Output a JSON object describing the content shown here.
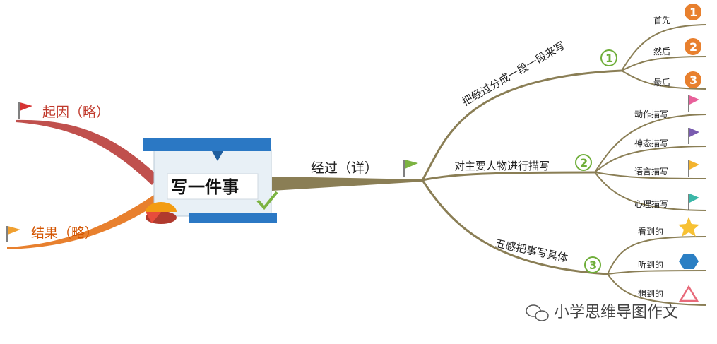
{
  "center": {
    "title": "写一件事"
  },
  "left_branches": [
    {
      "label": "起因（略）",
      "color": "#c0504d"
    },
    {
      "label": "结果（略）",
      "color": "#e8802e"
    }
  ],
  "main_branch": {
    "label": "经过（详）",
    "color": "#8a7e55"
  },
  "sub_branches": [
    {
      "label": "把经过分成一段一段来写",
      "number": "1",
      "children": [
        {
          "label": "首先",
          "marker": "1"
        },
        {
          "label": "然后",
          "marker": "2"
        },
        {
          "label": "最后",
          "marker": "3"
        }
      ]
    },
    {
      "label": "对主要人物进行描写",
      "number": "2",
      "children": [
        {
          "label": "动作描写",
          "marker": "pink-flag-icon"
        },
        {
          "label": "神态描写",
          "marker": "purple-flag-icon"
        },
        {
          "label": "语言描写",
          "marker": "yellow-flag-icon"
        },
        {
          "label": "心理描写",
          "marker": "teal-flag-icon"
        }
      ]
    },
    {
      "label": "五感把事写具体",
      "number": "3",
      "children": [
        {
          "label": "看到的",
          "marker": "star-icon"
        },
        {
          "label": "听到的",
          "marker": "hexagon-icon"
        },
        {
          "label": "想到的",
          "marker": "triangle-icon"
        }
      ]
    }
  ],
  "colors": {
    "branch": "#8a7e55",
    "accent_orange": "#e8802e",
    "accent_green": "#6fae3a"
  },
  "watermark": "小学思维导图作文"
}
